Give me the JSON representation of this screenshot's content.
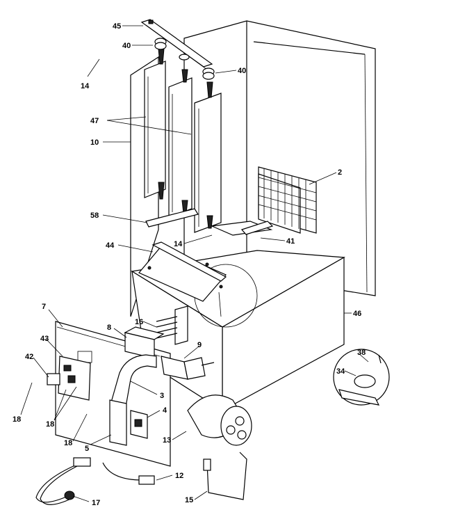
{
  "diagram": {
    "part_labels": [
      "45",
      "40",
      "40",
      "14",
      "47",
      "10",
      "2",
      "58",
      "14",
      "41",
      "44",
      "46",
      "7",
      "16",
      "8",
      "9",
      "43",
      "42",
      "38",
      "34",
      "3",
      "18",
      "18",
      "4",
      "18",
      "5",
      "13",
      "12",
      "17",
      "15"
    ]
  }
}
